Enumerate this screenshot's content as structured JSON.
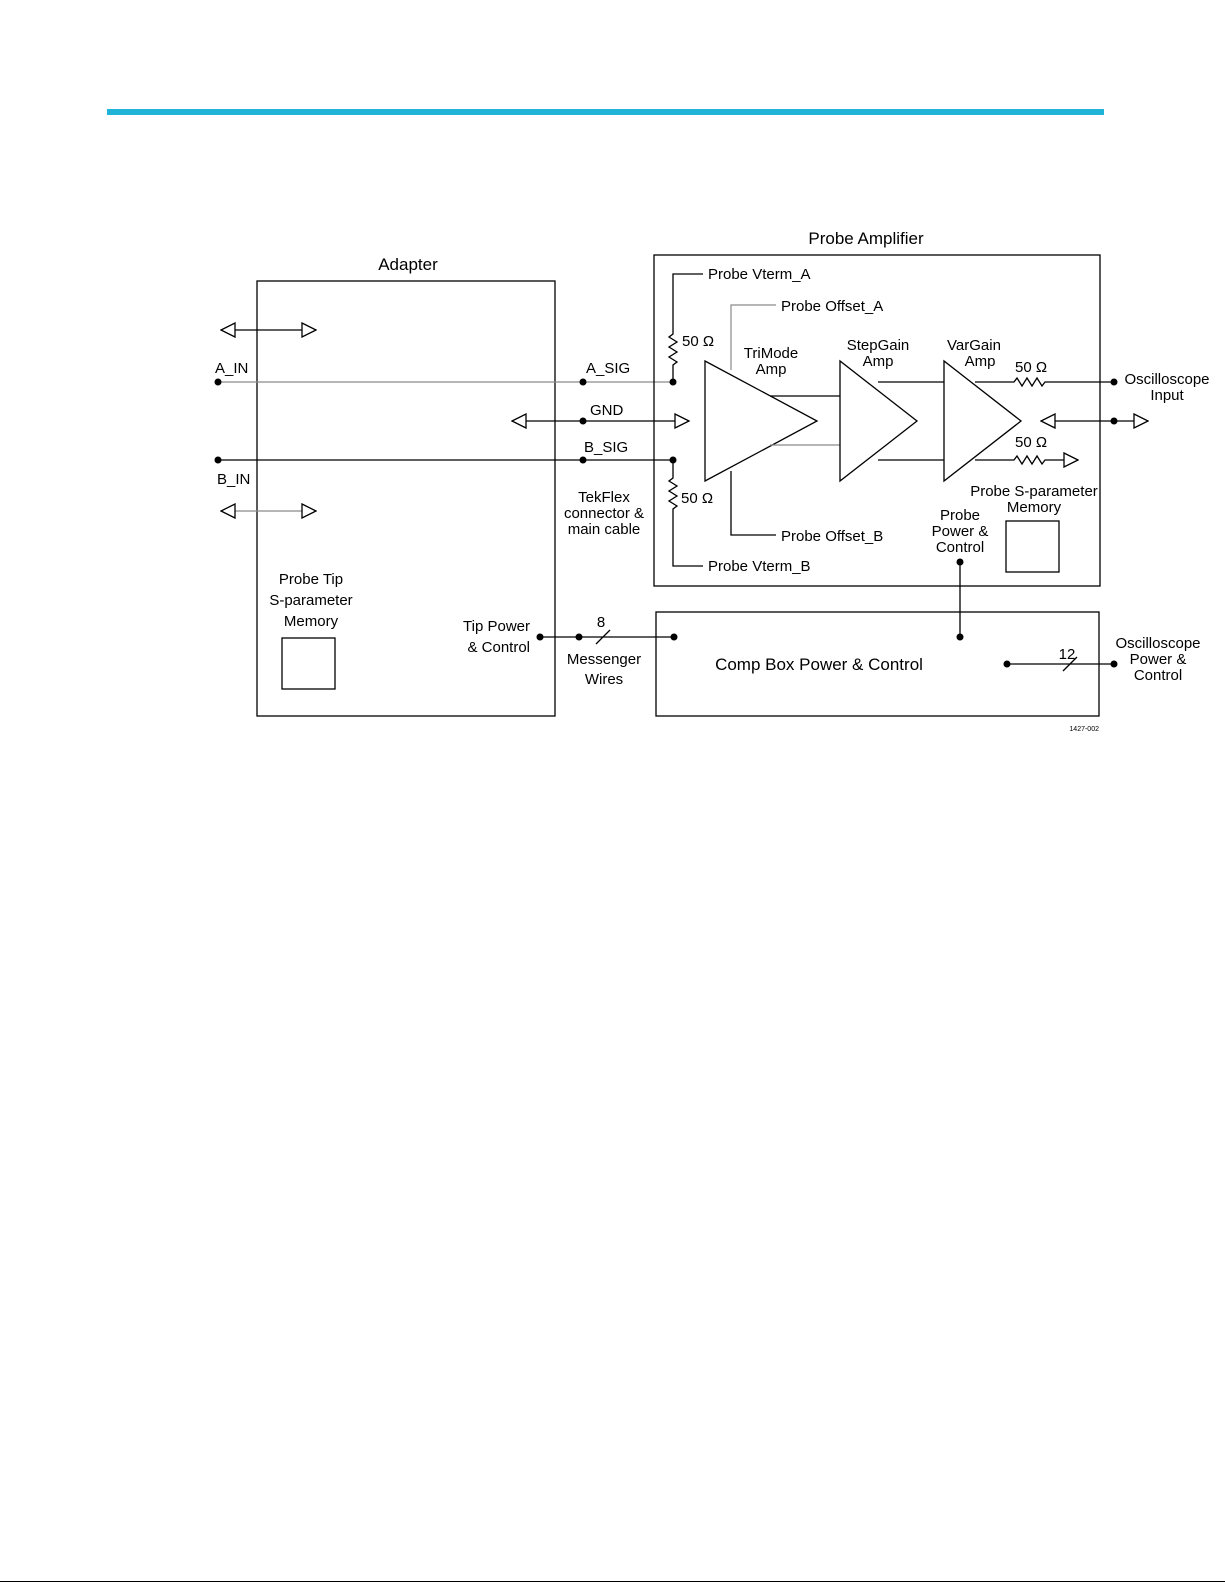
{
  "diagram": {
    "adapter": {
      "title": "Adapter",
      "a_in": "A_IN",
      "b_in": "B_IN",
      "memory_line1": "Probe Tip",
      "memory_line2": "S-parameter",
      "memory_line3": "Memory",
      "tip_power_line1": "Tip Power",
      "tip_power_line2": "& Control"
    },
    "cable": {
      "a_sig": "A_SIG",
      "gnd": "GND",
      "b_sig": "B_SIG",
      "tekflex_line1": "TekFlex",
      "tekflex_line2": "connector &",
      "tekflex_line3": "main cable",
      "messenger_count": "8",
      "messenger_line1": "Messenger",
      "messenger_line2": "Wires"
    },
    "probe_amplifier": {
      "title": "Probe Amplifier",
      "vterm_a": "Probe Vterm_A",
      "vterm_b": "Probe Vterm_B",
      "offset_a": "Probe Offset_A",
      "offset_b": "Probe Offset_B",
      "res_a": "50 Ω",
      "res_b": "50 Ω",
      "trimode_line1": "TriMode",
      "trimode_line2": "Amp",
      "stepgain_line1": "StepGain",
      "stepgain_line2": "Amp",
      "vargain_line1": "VarGain",
      "vargain_line2": "Amp",
      "out_res_top": "50 Ω",
      "out_res_bottom": "50 Ω",
      "sparam_line1": "Probe S-parameter",
      "sparam_line2": "Memory",
      "power_line1": "Probe",
      "power_line2": "Power &",
      "power_line3": "Control"
    },
    "comp_box": {
      "title": "Comp Box Power & Control",
      "bus_count": "12"
    },
    "oscilloscope": {
      "input_line1": "Oscilloscope",
      "input_line2": "Input",
      "power_line1": "Oscilloscope",
      "power_line2": "Power &",
      "power_line3": "Control"
    },
    "figure_id": "1427-002"
  }
}
